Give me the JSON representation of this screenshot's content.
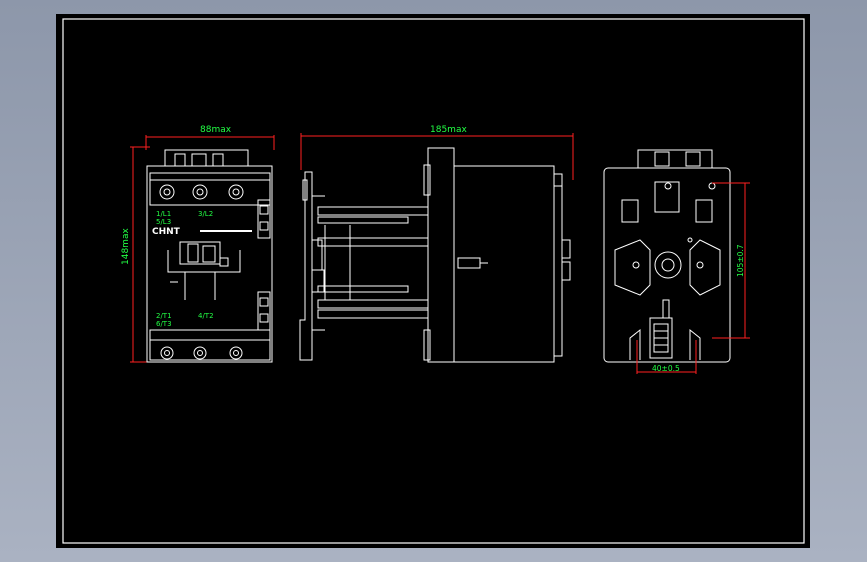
{
  "drawing": {
    "front_view": {
      "width_label": "88max",
      "height_label": "148max",
      "brand": "CHNT",
      "terminals_top": [
        "1/L1",
        "3/L2",
        "5/L3"
      ],
      "terminals_bottom": [
        "2/T1",
        "4/T2",
        "6/T3"
      ]
    },
    "side_view": {
      "depth_label": "185max"
    },
    "rear_view": {
      "mount_height_label": "105±0.7",
      "mount_width_label": "40±0.5"
    }
  },
  "colors": {
    "background": "#000000",
    "outline": "#ffffff",
    "dimension": "#ff2020",
    "text": "#22ff44"
  }
}
